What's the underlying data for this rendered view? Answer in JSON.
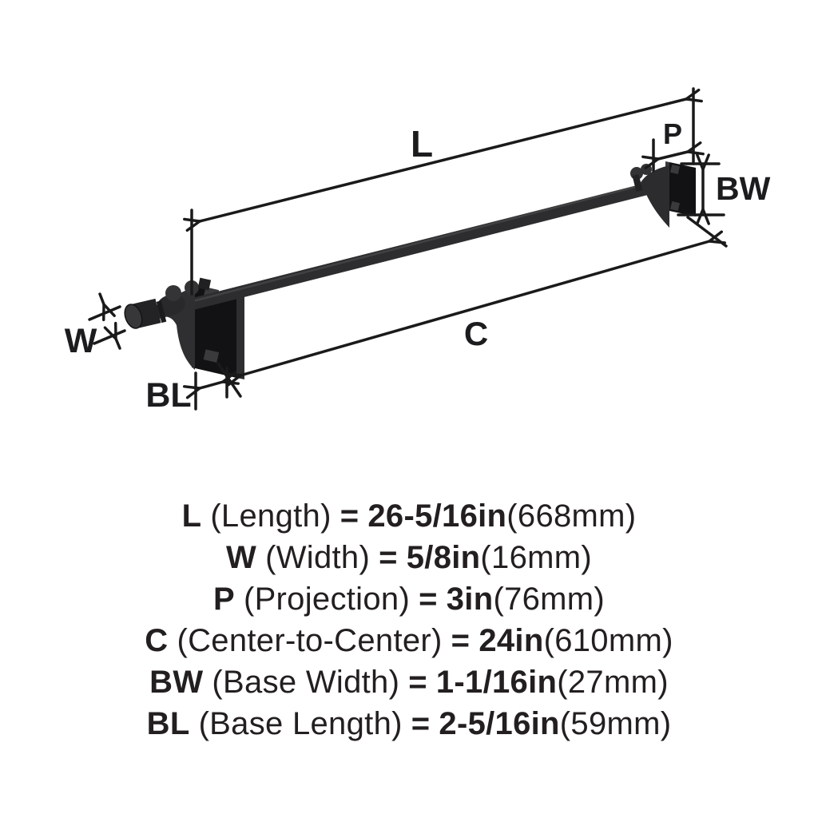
{
  "diagram": {
    "dimension_labels": {
      "length": "L",
      "width": "W",
      "projection": "P",
      "center_to_center": "C",
      "base_width": "BW",
      "base_length": "BL"
    }
  },
  "specs": [
    {
      "code": "L",
      "name": "(Length)",
      "equals": "=",
      "value": "26-5/16in",
      "metric": "(668mm)"
    },
    {
      "code": "W",
      "name": "(Width)",
      "equals": "=",
      "value": "5/8in",
      "metric": "(16mm)"
    },
    {
      "code": "P",
      "name": "(Projection)",
      "equals": "=",
      "value": "3in",
      "metric": "(76mm)"
    },
    {
      "code": "C",
      "name": "(Center-to-Center)",
      "equals": "=",
      "value": "24in",
      "metric": "(610mm)"
    },
    {
      "code": "BW",
      "name": "(Base Width)",
      "equals": "=",
      "value": "1-1/16in",
      "metric": "(27mm)"
    },
    {
      "code": "BL",
      "name": "(Base Length)",
      "equals": "=",
      "value": "2-5/16in",
      "metric": "(59mm)"
    }
  ],
  "colors": {
    "dimension_line": "#1a1a1a",
    "text": "#231f20",
    "product_dark": "#121214",
    "product_mid": "#2d2d2f",
    "product_light": "#3a3a3c",
    "background": "#ffffff"
  }
}
